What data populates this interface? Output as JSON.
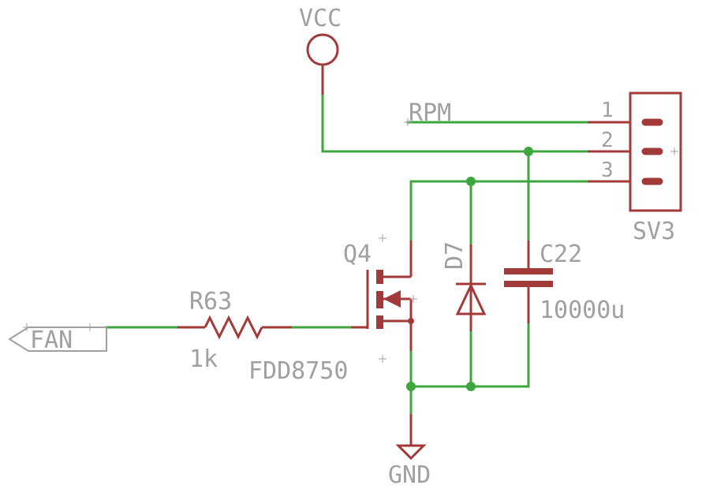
{
  "supply": {
    "name": "VCC"
  },
  "ground": {
    "name": "GND"
  },
  "signals": {
    "rpm": "RPM",
    "fan": "FAN"
  },
  "resistor": {
    "name": "R63",
    "value": "1k"
  },
  "mosfet": {
    "name": "Q4",
    "value": "FDD8750"
  },
  "diode": {
    "name": "D7"
  },
  "capacitor": {
    "name": "C22",
    "value": "10000u"
  },
  "connector": {
    "name": "SV3",
    "pins": [
      "1",
      "2",
      "3"
    ]
  },
  "colors": {
    "net": "#3fa63f",
    "part": "#a33a3a",
    "text": "#a0a0a0"
  }
}
